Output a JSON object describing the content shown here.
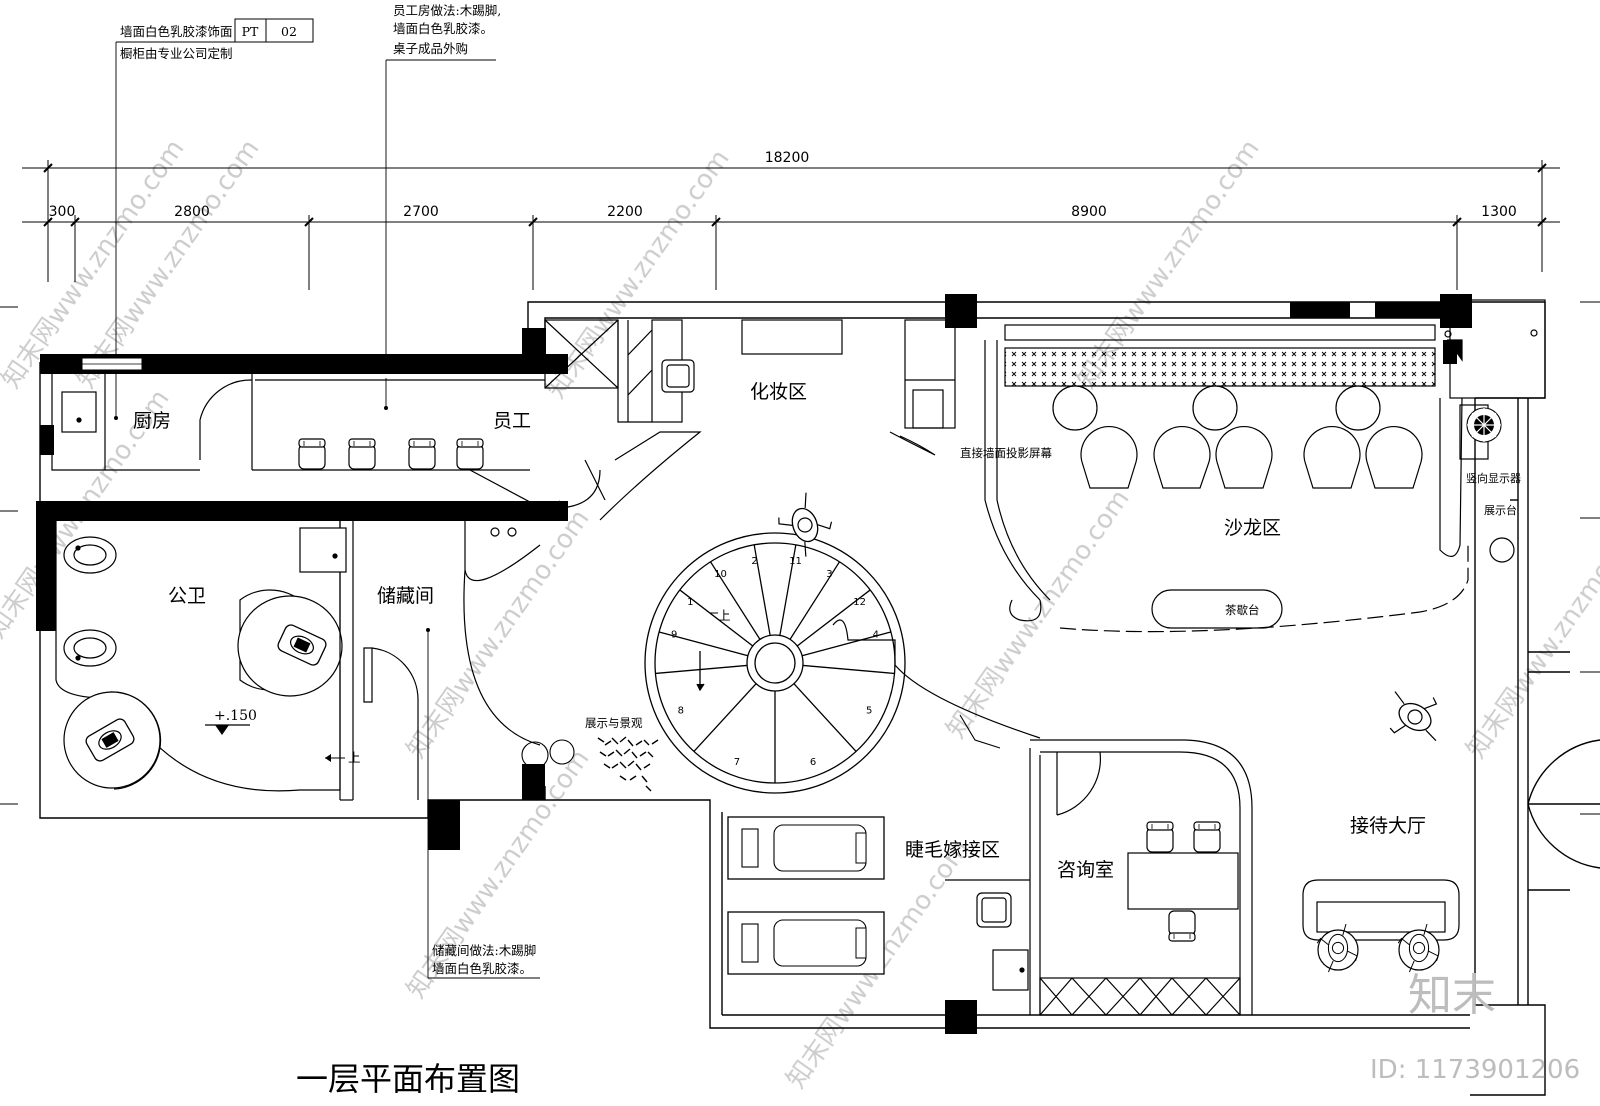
{
  "title": "一层平面布置图",
  "dimensions": {
    "total": "18200",
    "segments": [
      "300",
      "2800",
      "2700",
      "2200",
      "8900",
      "1300"
    ]
  },
  "rooms": {
    "kitchen": "厨房",
    "staff": "员工",
    "makeup": "化妆区",
    "salon": "沙龙区",
    "toilet": "公卫",
    "storage": "储藏间",
    "eyelash": "睫毛嫁接区",
    "consult": "咨询室",
    "reception": "接待大厅"
  },
  "labels": {
    "projection": "直接墙面投影屏幕",
    "vertical_display": "竖向显示器",
    "display_stand": "展示台",
    "tea_bar": "茶歇台",
    "display_landscape": "展示与景观",
    "elevation": "+.150",
    "stair_up": "上",
    "step_up": "上"
  },
  "stair_numbers": [
    "1",
    "2",
    "3",
    "4",
    "5",
    "6",
    "7",
    "8",
    "9",
    "10",
    "11",
    "12"
  ],
  "notes": {
    "kitchen_note_1": "墙面白色乳胶漆饰面",
    "kitchen_note_2": "橱柜由专业公司定制",
    "tag_pt": "PT",
    "tag_num": "02",
    "staff_note_1": "员工房做法:木踢脚,",
    "staff_note_2": "墙面白色乳胶漆。",
    "staff_note_3": "桌子成品外购",
    "storage_note_1": "储藏间做法:木踢脚",
    "storage_note_2": "墙面白色乳胶漆。"
  },
  "watermark": {
    "site": "知末网www.znzmo.com",
    "brand": "知末",
    "id": "ID: 1173901206"
  }
}
